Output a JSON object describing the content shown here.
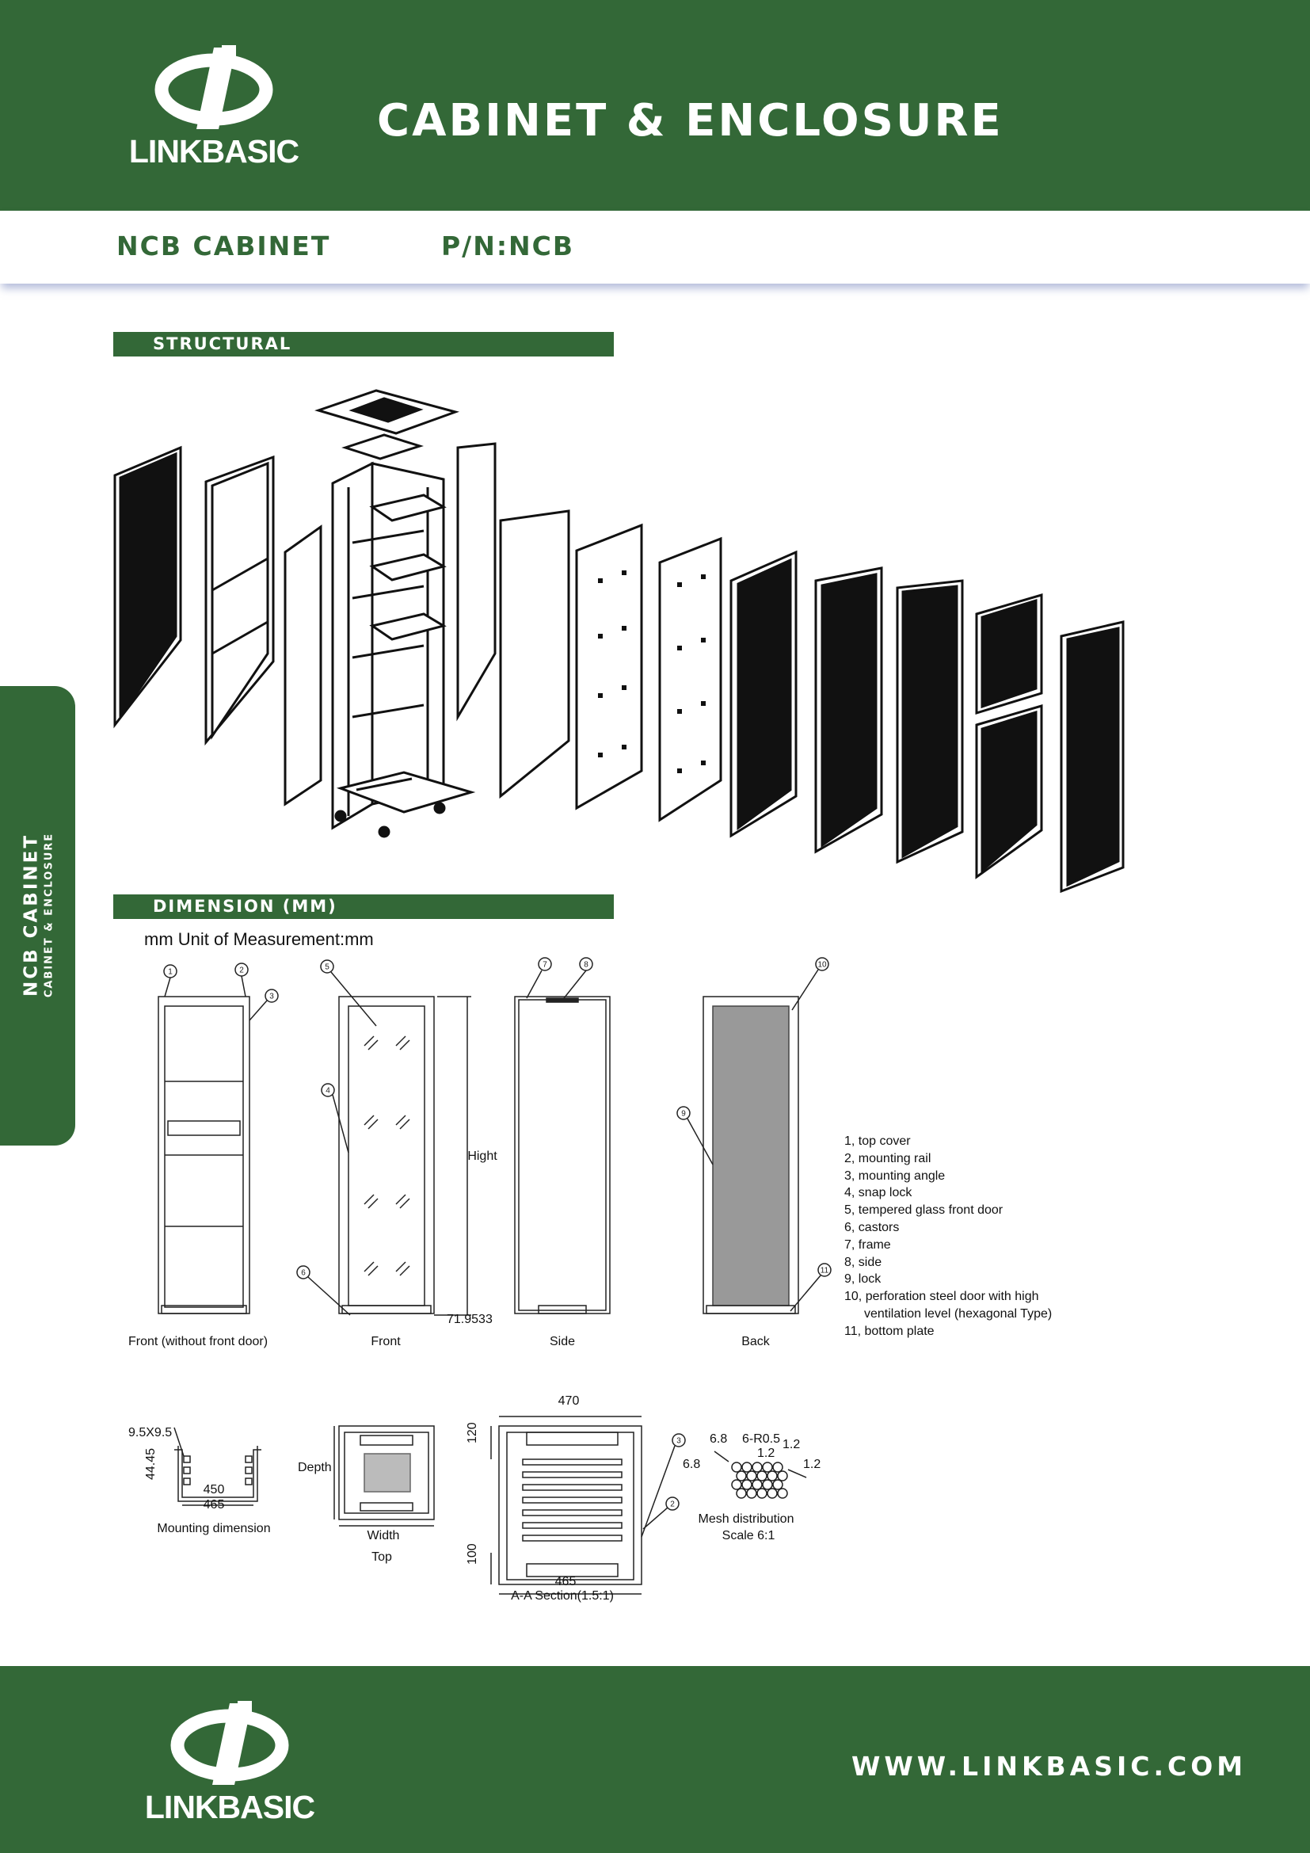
{
  "header": {
    "brand": "LINKBASIC",
    "title": "CABINET & ENCLOSURE"
  },
  "subheader": {
    "product": "NCB CABINET",
    "part_number": "P/N:NCB"
  },
  "side_tab": {
    "title": "NCB CABINET",
    "subtitle": "CABINET & ENCLOSURE"
  },
  "sections": {
    "structural": "STRUCTURAL",
    "dimension": "DIMENSION (MM)"
  },
  "dimension": {
    "unit_note": "mm Unit of Measurement:mm",
    "views": {
      "front_no_door": "Front (without front door)",
      "front": "Front",
      "side": "Side",
      "back": "Back"
    },
    "height_label": "Hight",
    "offset_value": "71.9533",
    "callouts": [
      "1",
      "2",
      "3",
      "4",
      "5",
      "6",
      "7",
      "8",
      "9",
      "10",
      "11"
    ],
    "legend": [
      "1, top cover",
      "2, mounting rail",
      "3, mounting angle",
      "4, snap lock",
      "5, tempered glass front door",
      "6, castors",
      "7, frame",
      "8, side",
      "9, lock",
      "10, perforation steel door with high",
      "ventilation level (hexagonal Type)",
      "11, bottom plate"
    ],
    "mounting": {
      "hole": "9.5X9.5",
      "pitch": "44.45",
      "inner": "450",
      "outer": "465",
      "caption": "Mounting dimension"
    },
    "top": {
      "depth": "Depth",
      "width": "Width",
      "caption": "Top"
    },
    "section": {
      "top_width": "470",
      "top_h": "120",
      "bottom_h": "100",
      "bottom_width": "465",
      "caption": "A-A Section(1.5:1)"
    },
    "mesh": {
      "a": "6.8",
      "b": "6-R0.5",
      "c": "1.2",
      "d": "1.2",
      "e": "6.8",
      "f": "1.2",
      "caption1": "Mesh distribution",
      "caption2": "Scale 6:1"
    }
  },
  "footer": {
    "brand": "LINKBASIC",
    "url": "WWW.LINKBASIC.COM"
  },
  "colors": {
    "brand_green": "#336837",
    "shadow_blue": "#8896c4"
  }
}
